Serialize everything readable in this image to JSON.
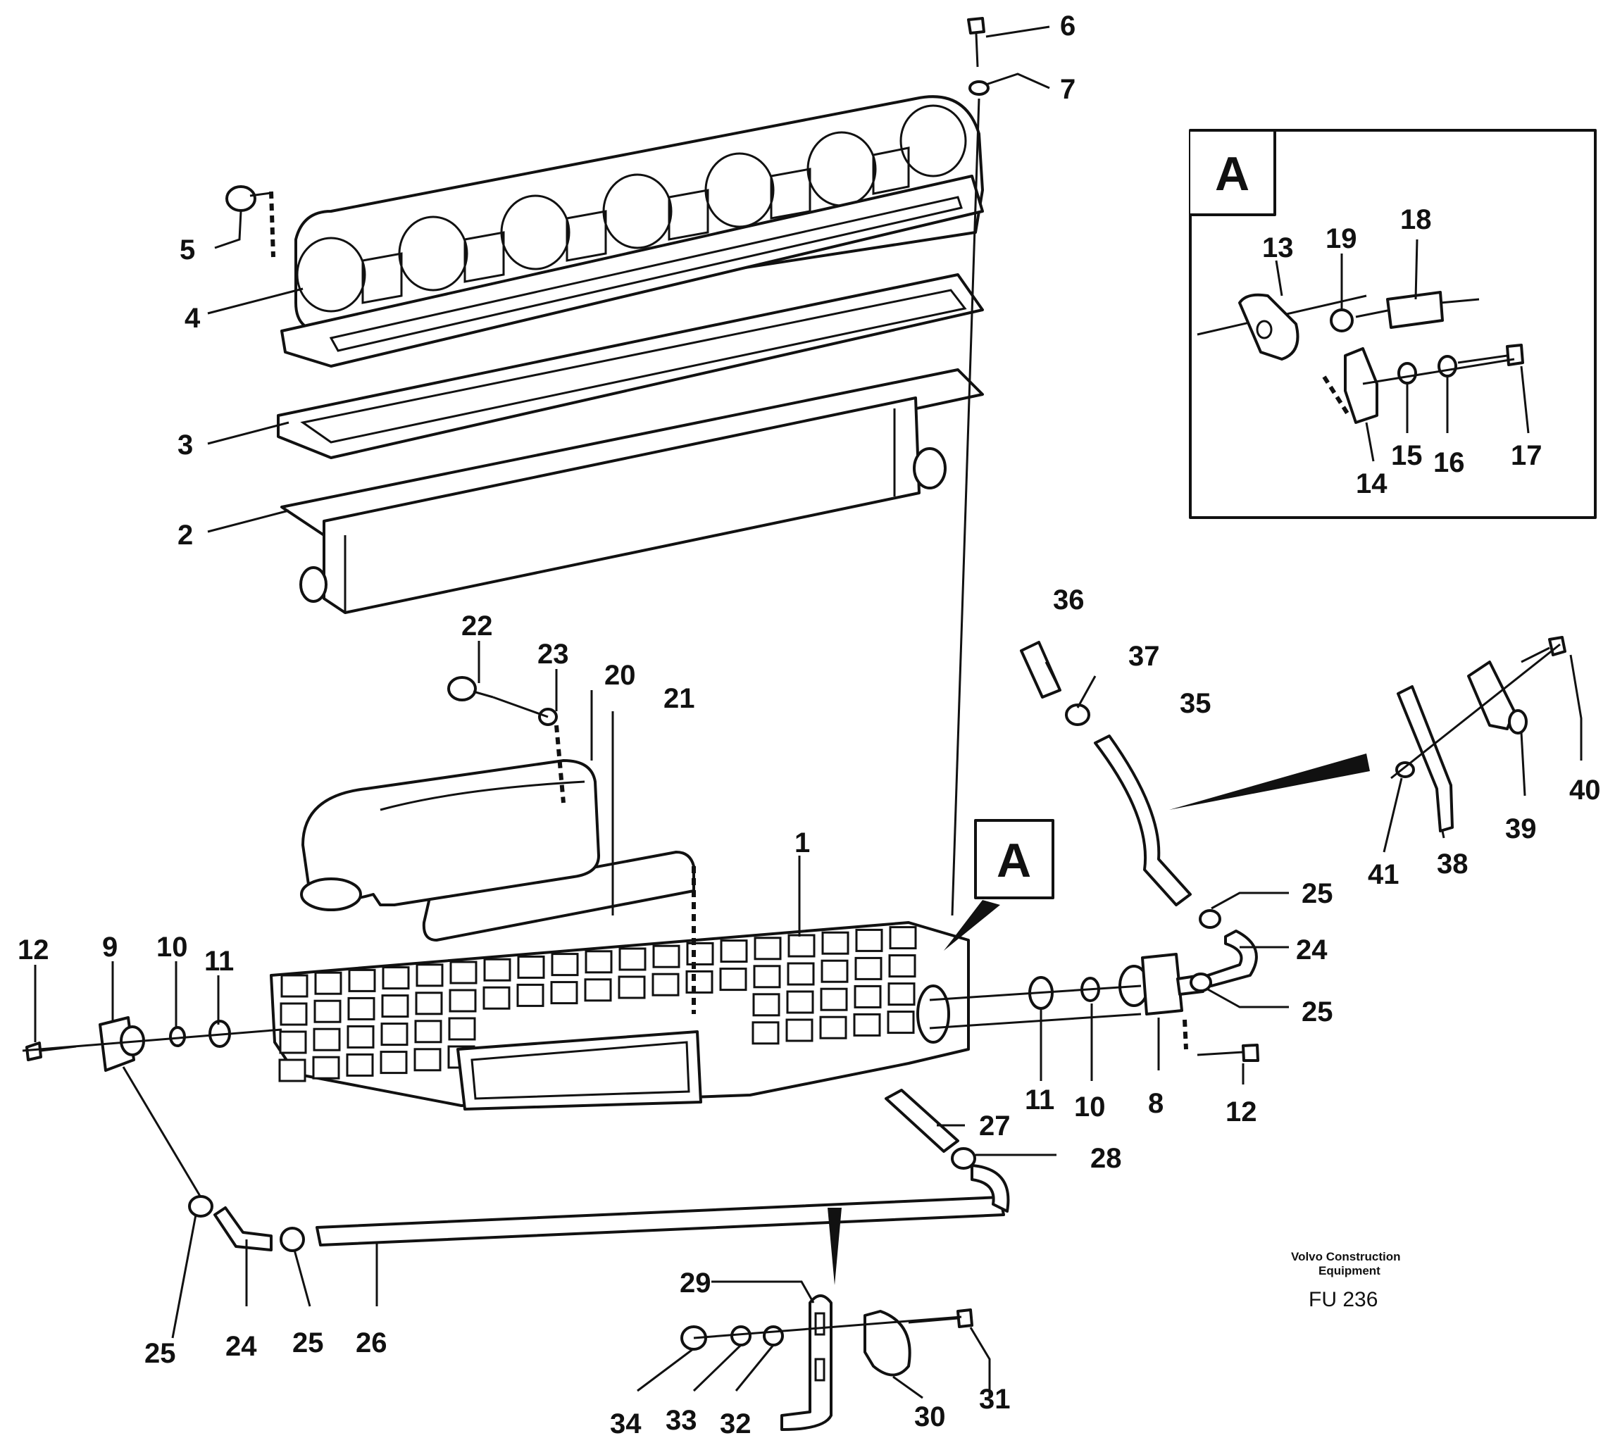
{
  "diagram": {
    "callouts": [
      "1",
      "2",
      "3",
      "4",
      "5",
      "6",
      "7",
      "8",
      "9",
      "10",
      "11",
      "12",
      "13",
      "14",
      "15",
      "16",
      "17",
      "18",
      "19",
      "20",
      "21",
      "22",
      "23",
      "24",
      "25",
      "26",
      "27",
      "28",
      "29",
      "30",
      "31",
      "32",
      "33",
      "34",
      "35",
      "36",
      "37",
      "38",
      "39",
      "40",
      "41"
    ],
    "detail_view_label": "A",
    "detail_marker_label": "A",
    "maker": {
      "line1": "Volvo Construction",
      "line2": "Equipment"
    },
    "figure_code": "FU 236",
    "colors": {
      "ink": "#111111",
      "paper": "#ffffff"
    }
  }
}
